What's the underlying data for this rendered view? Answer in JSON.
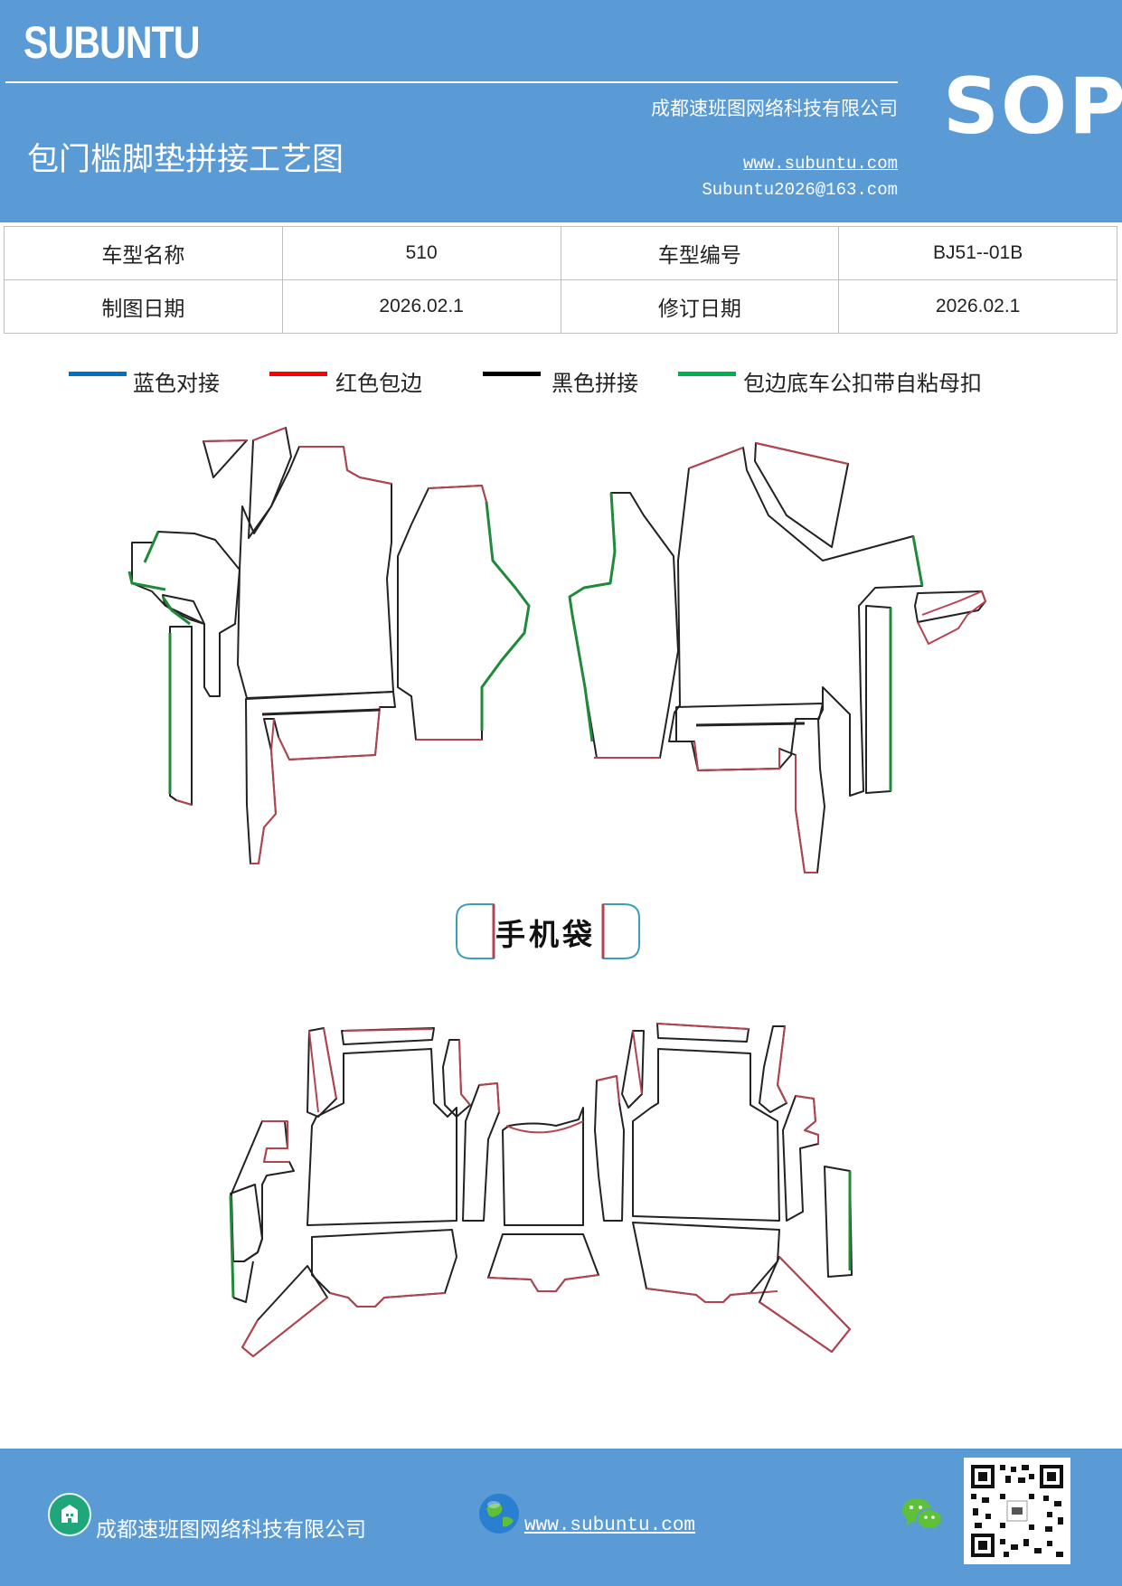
{
  "header": {
    "brand": "SUBUNTU",
    "badge": "SOP",
    "company": "成都速班图网络科技有限公司",
    "title": "包门槛脚垫拼接工艺图",
    "website": "www.subuntu.com",
    "email": "Subuntu2026@163.com"
  },
  "info_table": {
    "model_name_label": "车型名称",
    "model_name_value": "510",
    "model_code_label": "车型编号",
    "model_code_value": "BJ51--01B",
    "draw_date_label": "制图日期",
    "draw_date_value": "2026.02.1",
    "revise_date_label": "修订日期",
    "revise_date_value": "2026.02.1"
  },
  "legend": [
    {
      "label": "蓝色对接",
      "color": "#0070c0"
    },
    {
      "label": "红色包边",
      "color": "#ff0000"
    },
    {
      "label": "黑色拼接",
      "color": "#000000"
    },
    {
      "label": "包边底车公扣带自粘母扣",
      "color": "#00b050"
    }
  ],
  "line_colors": {
    "outline": "#222222",
    "edge": "#b5434f",
    "velcro": "#1f8a3a",
    "pocket": "#3aa0b8"
  },
  "pocket_label": "手机袋",
  "footer": {
    "company": "成都速班图网络科技有限公司",
    "website": "www.subuntu.com",
    "icons": [
      "building-icon",
      "globe-icon",
      "wechat-icon",
      "qr-code"
    ]
  }
}
